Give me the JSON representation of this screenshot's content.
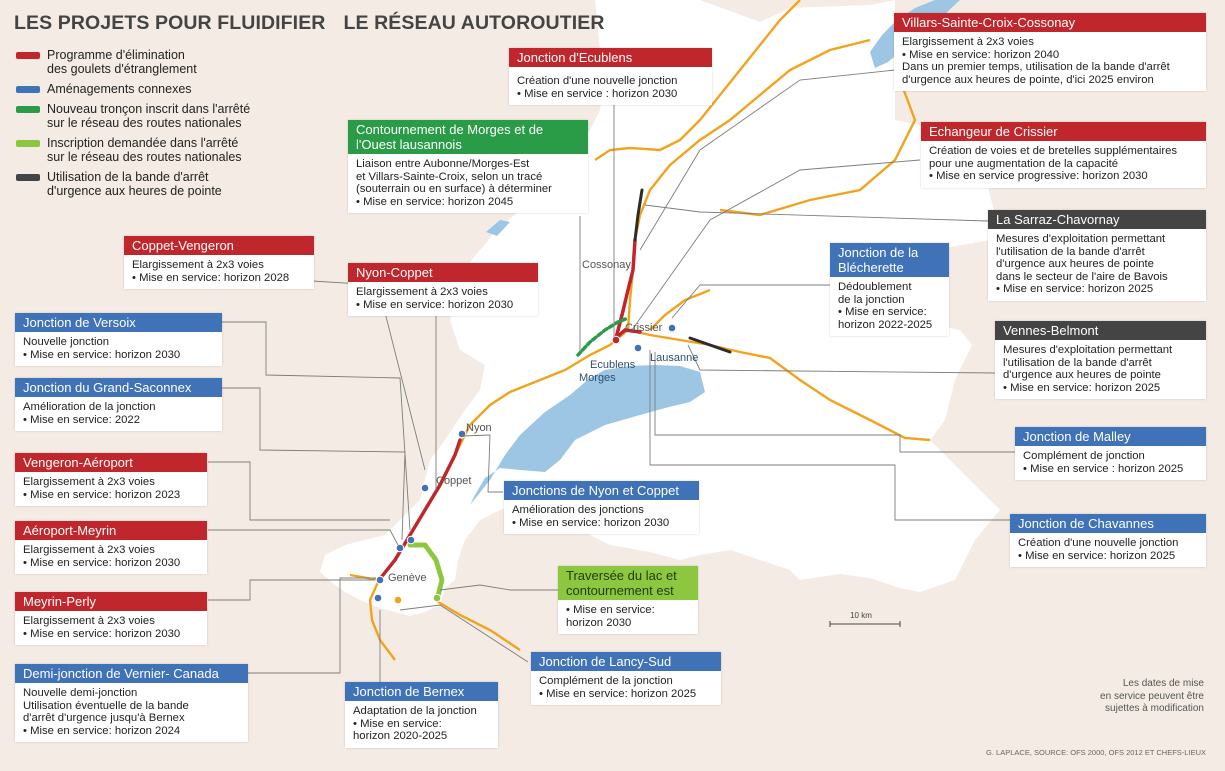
{
  "title": {
    "part1": "LES PROJETS POUR FLUIDIFIER",
    "part2": "LE RÉSEAU AUTOROUTIER"
  },
  "colors": {
    "red": "#c0272d",
    "blue": "#3f72b6",
    "green": "#2a9c47",
    "lime": "#8dc63f",
    "dark": "#444444",
    "orange": "#f2a31d",
    "lake": "#9cc6e4",
    "land": "#ffffff",
    "background": "#f4ece4"
  },
  "legend": [
    {
      "color": "red",
      "lines": [
        "Programme d'élimination",
        "des goulets d'étranglement"
      ]
    },
    {
      "color": "blue",
      "lines": [
        "Aménagements connexes"
      ]
    },
    {
      "color": "green",
      "lines": [
        "Nouveau tronçon inscrit dans l'arrêté",
        "sur le réseau des routes nationales"
      ]
    },
    {
      "color": "lime",
      "lines": [
        "Inscription demandée dans l'arrêté",
        "sur le réseau des routes nationales"
      ]
    },
    {
      "color": "dark",
      "lines": [
        "Utilisation de la bande d'arrêt",
        "d'urgence aux heures de pointe"
      ]
    }
  ],
  "places": [
    "Cossonay",
    "Crissier",
    "Ecublens",
    "Morges",
    "Lausanne",
    "Nyon",
    "Coppet",
    "Genève"
  ],
  "projects": {
    "coppet_vengeron": {
      "title": "Coppet-Vengeron",
      "lines": [
        "Elargissement à 2x3 voies",
        "• Mise en service: horizon 2028"
      ]
    },
    "versoix": {
      "title": "Jonction de Versoix",
      "lines": [
        "Nouvelle jonction",
        "• Mise en service: horizon 2030"
      ]
    },
    "grand_saconnex": {
      "title": "Jonction du Grand-Saconnex",
      "lines": [
        "Amélioration de la jonction",
        "• Mise en service: 2022"
      ]
    },
    "vengeron_aeroport": {
      "title": "Vengeron-Aéroport",
      "lines": [
        "Elargissement à 2x3 voies",
        "• Mise en service: horizon 2023"
      ]
    },
    "aeroport_meyrin": {
      "title": "Aéroport-Meyrin",
      "lines": [
        "Elargissement à 2x3 voies",
        "• Mise en service: horizon 2030"
      ]
    },
    "meyrin_perly": {
      "title": "Meyrin-Perly",
      "lines": [
        "Elargissement à 2x3 voies",
        "• Mise en service: horizon 2030"
      ]
    },
    "vernier_canada": {
      "title": "Demi-jonction de Vernier- Canada",
      "lines": [
        "Nouvelle demi-jonction",
        "Utilisation éventuelle de la bande",
        "d'arrêt d'urgence jusqu'à Bernex",
        "• Mise en service: horizon 2024"
      ]
    },
    "bernex": {
      "title": "Jonction de Bernex",
      "lines": [
        "Adaptation de la jonction",
        "• Mise en service:",
        "horizon 2020-2025"
      ]
    },
    "lancy_sud": {
      "title": "Jonction de Lancy-Sud",
      "lines": [
        "Complément de la jonction",
        "• Mise en service: horizon 2025"
      ]
    },
    "traversee_lac": {
      "title": "Traversée du lac et contournement est",
      "lines": [
        "• Mise en service:",
        "horizon 2030"
      ]
    },
    "nyon_coppet_jonctions": {
      "title": "Jonctions de Nyon et Coppet",
      "lines": [
        "Amélioration des jonctions",
        "• Mise en service: horizon 2030"
      ]
    },
    "nyon_coppet": {
      "title": "Nyon-Coppet",
      "lines": [
        "Elargissement à 2x3 voies",
        "• Mise en service: horizon 2030"
      ]
    },
    "morges": {
      "title": "Contournement de Morges et de l'Ouest lausannois",
      "lines": [
        "Liaison entre Aubonne/Morges-Est",
        "et Villars-Sainte-Croix, selon un tracé",
        "(souterrain ou en surface) à déterminer",
        "• Mise en service: horizon 2045"
      ]
    },
    "ecublens": {
      "title": "Jonction d'Ecublens",
      "lines": [
        "Création d'une nouvelle jonction",
        "• Mise en service : horizon 2030"
      ]
    },
    "villars": {
      "title": "Villars-Sainte-Croix-Cossonay",
      "lines": [
        "Elargissement à 2x3 voies",
        "• Mise en service: horizon 2040",
        "Dans un premier temps, utilisation de la bande d'arrêt",
        "d'urgence aux heures de pointe, d'ici 2025 environ"
      ]
    },
    "crissier": {
      "title": "Echangeur de Crissier",
      "lines": [
        "Création de voies et de bretelles supplémentaires",
        "pour une augmentation de la capacité",
        "• Mise en service progressive: horizon 2030"
      ]
    },
    "lasarraz": {
      "title": "La Sarraz-Chavornay",
      "lines": [
        "Mesures d'exploitation permettant",
        "l'utilisation de la bande d'arrêt",
        "d'urgence aux heures de pointe",
        "dans le secteur de l'aire de Bavois",
        "• Mise en service: horizon 2025"
      ]
    },
    "blecherette": {
      "title": "Jonction de la Blécherette",
      "lines": [
        "Dédoublement",
        "de la jonction",
        "• Mise en service:",
        "horizon 2022-2025"
      ]
    },
    "vennes": {
      "title": "Vennes-Belmont",
      "lines": [
        "Mesures d'exploitation permettant",
        "l'utilisation de la bande d'arrêt",
        "d'urgence aux heures de pointe",
        "• Mise en service: horizon 2025"
      ]
    },
    "malley": {
      "title": "Jonction de Malley",
      "lines": [
        "Complément de jonction",
        "• Mise en service : horizon 2025"
      ]
    },
    "chavannes": {
      "title": "Jonction de Chavannes",
      "lines": [
        "Création d'une nouvelle jonction",
        "• Mise en service: horizon 2025"
      ]
    }
  },
  "note": [
    "Les dates de mise",
    "en service peuvent être",
    "sujettes à modification"
  ],
  "scale": "10 km",
  "credit": "G. LAPLACE, SOURCE: OFS 2000, OFS 2012 ET CHEFS-LIEUX"
}
